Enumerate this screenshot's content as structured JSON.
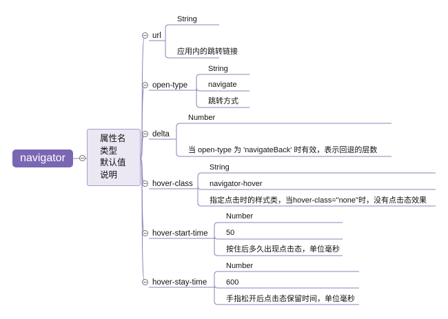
{
  "root": {
    "label": "navigator"
  },
  "legend": [
    "属性名",
    "类型",
    "默认值",
    "说明"
  ],
  "properties": [
    {
      "name": "url",
      "children": [
        "String",
        "应用内的跳转链接"
      ]
    },
    {
      "name": "open-type",
      "children": [
        "String",
        "navigate",
        "跳转方式"
      ]
    },
    {
      "name": "delta",
      "children": [
        "Number",
        "当 open-type 为 'navigateBack' 时有效，表示回退的层数"
      ]
    },
    {
      "name": "hover-class",
      "children": [
        "String",
        "navigator-hover",
        "指定点击时的样式类，当hover-class=\"none\"时，没有点击态效果"
      ]
    },
    {
      "name": "hover-start-time",
      "children": [
        "Number",
        "50",
        "按住后多久出现点击态，单位毫秒"
      ]
    },
    {
      "name": "hover-stay-time",
      "children": [
        "Number",
        "600",
        "手指松开后点击态保留时间，单位毫秒"
      ]
    }
  ],
  "colors": {
    "root_fill": "#7a67b3",
    "legend_fill": "#ebe7f3",
    "connector": "#8c80b8"
  }
}
